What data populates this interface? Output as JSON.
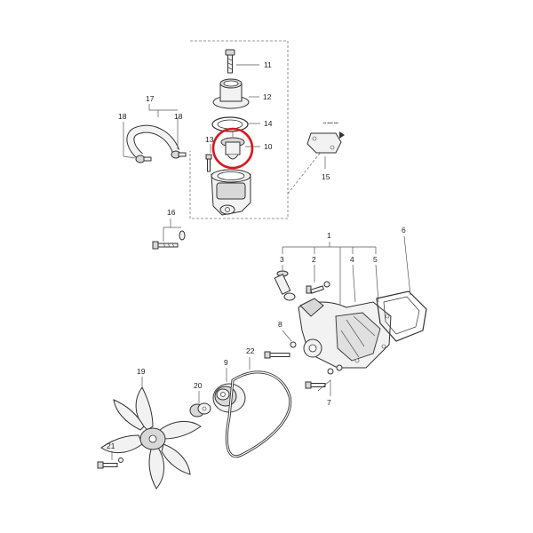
{
  "callouts": {
    "c1": "1",
    "c2": "2",
    "c3": "3",
    "c4": "4",
    "c5": "5",
    "c6": "6",
    "c7": "7",
    "c8": "8",
    "c9": "9",
    "c10": "10",
    "c11": "11",
    "c12": "12",
    "c13": "13",
    "c14": "14",
    "c15": "15",
    "c16": "16",
    "c17": "17",
    "c18a": "18",
    "c18b": "18",
    "c19": "19",
    "c20": "20",
    "c21": "21",
    "c22": "22"
  },
  "tiny_note": "•• •••• •••",
  "highlight": {
    "color": "#d7191f",
    "target": "10"
  }
}
